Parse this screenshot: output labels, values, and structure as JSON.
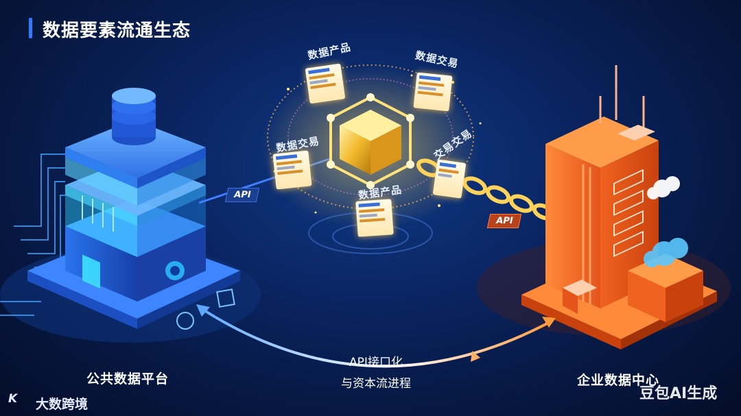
{
  "title": "数据要素流通生态",
  "hub": {
    "cards": [
      "数据产品",
      "数据交易",
      "数据交易",
      "交易交易",
      "数据产品"
    ]
  },
  "api_left": "API",
  "api_right": "API",
  "left_platform": "公共数据平台",
  "right_platform": "企业数据中心",
  "center_line1": "API接口化",
  "center_line2": "与资本流进程",
  "logo": "大数跨境",
  "logo_mark": "K",
  "watermark": "豆包AI生成",
  "colors": {
    "accent_blue": "#2f7bff",
    "accent_orange": "#ff7a2e",
    "gold": "#f2c94c"
  }
}
